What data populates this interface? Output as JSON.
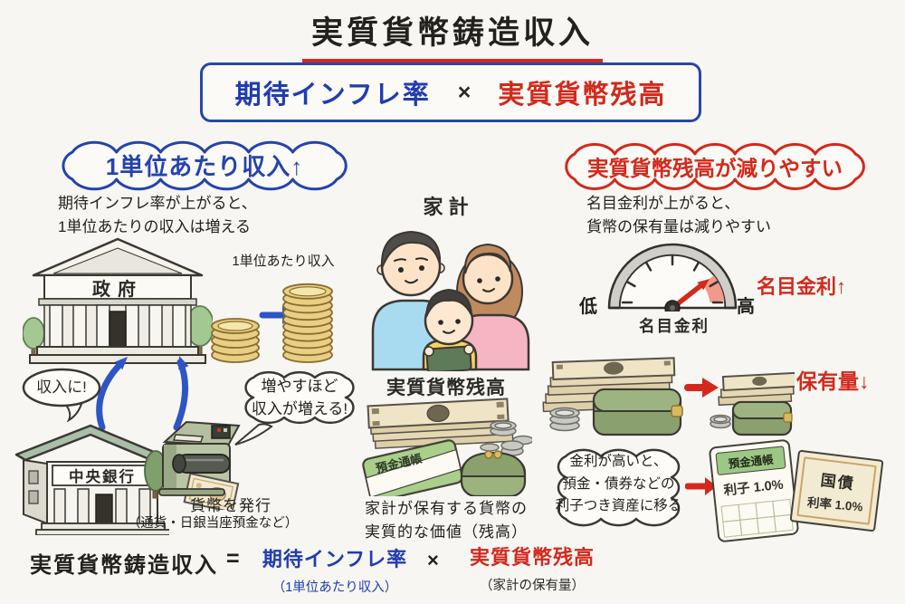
{
  "title": "実質貨幣鋳造収入",
  "formula": {
    "term1": "期待インフレ率",
    "times": "×",
    "term2": "実質貨幣残高"
  },
  "left": {
    "badge": "1単位あたり収入↑",
    "desc1": "期待インフレ率が上がると、",
    "desc2": "1単位あたりの収入は増える",
    "government": "政府",
    "coins_label": "1単位あたり収入",
    "income_bubble": "収入に!",
    "more_bubble1": "増やすほど",
    "more_bubble2": "収入が増える!",
    "central_bank": "中央銀行",
    "issue1": "貨幣を発行",
    "issue2": "（通貨・日銀当座預金など）"
  },
  "center": {
    "household": "家計",
    "balance": "実質貨幣残高",
    "passbook": "預金通帳",
    "caption1": "家計が保有する貨幣の",
    "caption2": "実質的な価値（残高）"
  },
  "right": {
    "badge": "実質貨幣残高が減りやすい",
    "desc1": "名目金利が上がると、",
    "desc2": "貨幣の保有量は減りやすい",
    "gauge_low": "低",
    "gauge_high": "高",
    "gauge_label": "名目金利",
    "gauge_annotation": "名目金利↑",
    "holdings": "保有量↓",
    "bubble1": "金利が高いと、",
    "bubble2": "預金・債券などの",
    "bubble3": "利子つき資産に移る",
    "passbook_title": "預金通帳",
    "passbook_rate": "利子 1.0%",
    "bond_title": "国債",
    "bond_rate": "利率 1.0%"
  },
  "equation": {
    "lhs": "実質貨幣鋳造収入",
    "equals": "=",
    "term1": "期待インフレ率",
    "term1_sub": "（1単位あたり収入）",
    "times": "×",
    "term2": "実質貨幣残高",
    "term2_sub": "（家計の保有量）"
  },
  "colors": {
    "blue": "#1f3cb0",
    "red": "#d3291c",
    "ink": "#2b2a27",
    "gold": "#e9cf84",
    "green": "#9db37e"
  }
}
